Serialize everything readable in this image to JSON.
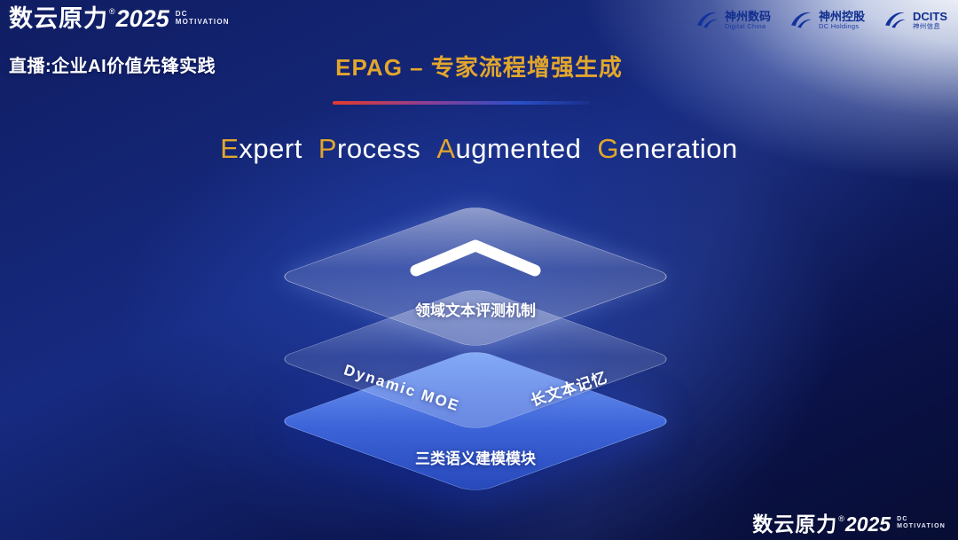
{
  "brand": {
    "name": "数云原力",
    "reg": "®",
    "year": "2025",
    "tagline_line1": "DC",
    "tagline_line2": "MOTIVATION"
  },
  "header": {
    "live_label": "直播:企业AI价值先锋实践",
    "title": "EPAG – 专家流程增强生成"
  },
  "partner_logos": [
    {
      "primary": "神州数码",
      "secondary": "Digital China"
    },
    {
      "primary": "神州控股",
      "secondary": "DC Holdings"
    },
    {
      "primary": "DCITS",
      "secondary": "神州信息"
    }
  ],
  "subtitle": {
    "words": [
      {
        "cap": "E",
        "rest": "xpert"
      },
      {
        "cap": "P",
        "rest": "rocess"
      },
      {
        "cap": "A",
        "rest": "ugmented"
      },
      {
        "cap": "G",
        "rest": "eneration"
      }
    ]
  },
  "diagram": {
    "top_layer_label": "领域文本评测机制",
    "middle_layer_left_label": "Dynamic MOE",
    "middle_layer_right_label": "长文本记忆",
    "bottom_layer_label": "三类语义建模模块"
  },
  "colors": {
    "accent_gold": "#e2a62d",
    "line_gradient_start": "#e23b2e",
    "line_gradient_end": "#2a50c8",
    "bottom_layer_blue": "#3c63d8",
    "partner_logo_blue": "#12339e"
  }
}
